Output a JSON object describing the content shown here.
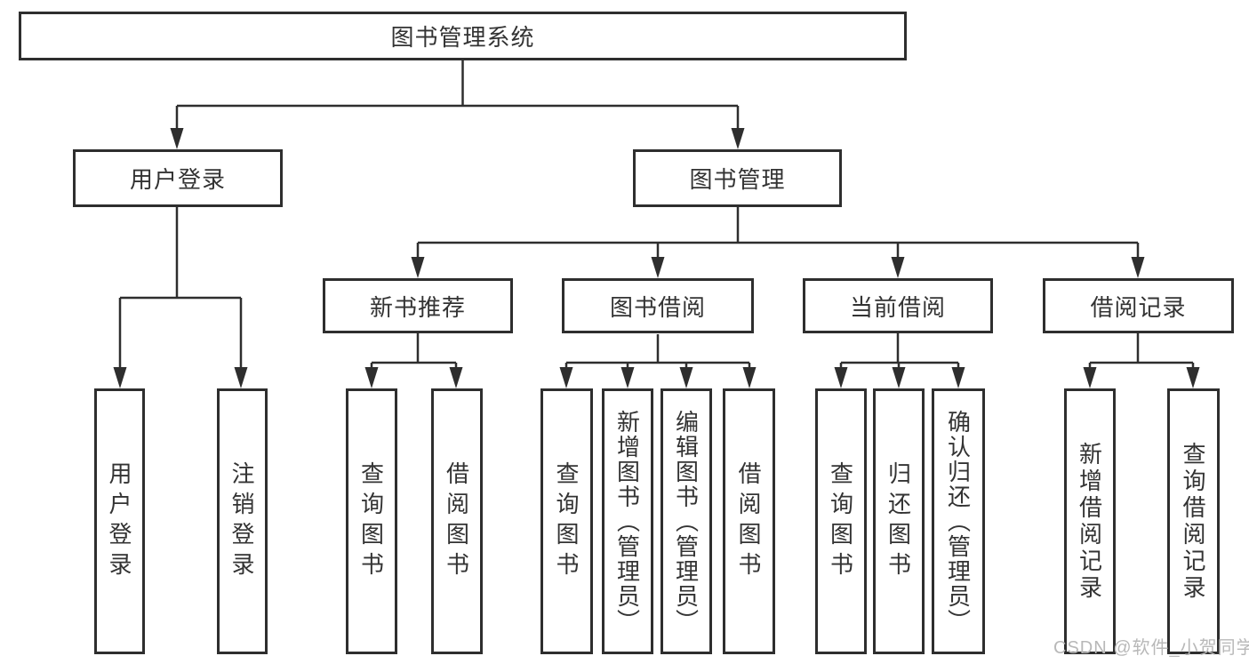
{
  "root": {
    "label": "图书管理系统"
  },
  "level2": [
    {
      "label": "用户登录",
      "parent": "图书管理系统"
    },
    {
      "label": "图书管理",
      "parent": "图书管理系统"
    }
  ],
  "level3": [
    {
      "label": "新书推荐",
      "parent": "图书管理"
    },
    {
      "label": "图书借阅",
      "parent": "图书管理"
    },
    {
      "label": "当前借阅",
      "parent": "图书管理"
    },
    {
      "label": "借阅记录",
      "parent": "图书管理"
    }
  ],
  "leaves": [
    {
      "label": "用户登录",
      "parent": "用户登录"
    },
    {
      "label": "注销登录",
      "parent": "用户登录"
    },
    {
      "label": "查询图书",
      "parent": "新书推荐"
    },
    {
      "label": "借阅图书",
      "parent": "新书推荐"
    },
    {
      "label": "查询图书",
      "parent": "图书借阅"
    },
    {
      "label": "新增图书（管理员）",
      "parent": "图书借阅"
    },
    {
      "label": "编辑图书（管理员）",
      "parent": "图书借阅"
    },
    {
      "label": "借阅图书",
      "parent": "图书借阅"
    },
    {
      "label": "查询图书",
      "parent": "当前借阅"
    },
    {
      "label": "归还图书",
      "parent": "当前借阅"
    },
    {
      "label": "确认归还（管理员）",
      "parent": "当前借阅"
    },
    {
      "label": "新增借阅记录",
      "parent": "借阅记录"
    },
    {
      "label": "查询借阅记录",
      "parent": "借阅记录"
    }
  ],
  "watermark": "CSDN @软件_小贺同学",
  "colors": {
    "line": "#2e2e2e",
    "text": "#333333",
    "box_fill": "#ffffff",
    "watermark": "#b8b8b8",
    "background": "#ffffff"
  }
}
